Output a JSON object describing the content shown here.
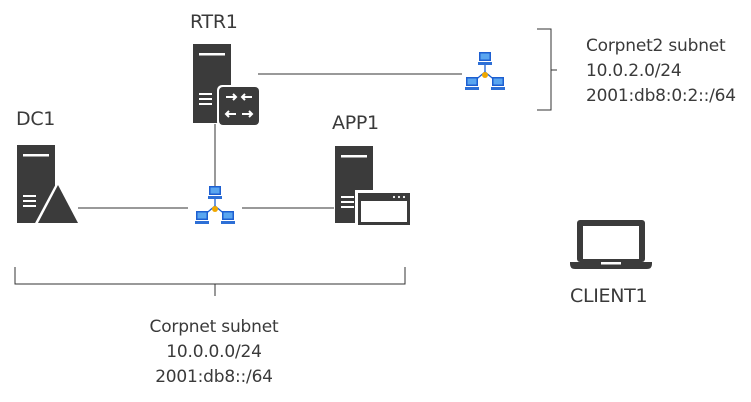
{
  "nodes": {
    "rtr1": "RTR1",
    "dc1": "DC1",
    "app1": "APP1",
    "client1": "CLIENT1"
  },
  "corpnet2": {
    "name": "Corpnet2 subnet",
    "ipv4": "10.0.2.0/24",
    "ipv6": "2001:db8:0:2::/64"
  },
  "corpnet": {
    "name": "Corpnet subnet",
    "ipv4": "10.0.0.0/24",
    "ipv6": "2001:db8::/64"
  },
  "icons": {
    "server": "server-icon",
    "router": "router-icon",
    "domain_controller": "domain-controller-icon",
    "app_window": "app-window-icon",
    "hub": "network-hub-icon",
    "laptop": "laptop-icon"
  },
  "colors": {
    "device": "#3b3b3b",
    "line": "#333333",
    "hub_blue": "#1d5fd1",
    "hub_screen": "#2b7bd8",
    "hub_center": "#f0a800"
  }
}
